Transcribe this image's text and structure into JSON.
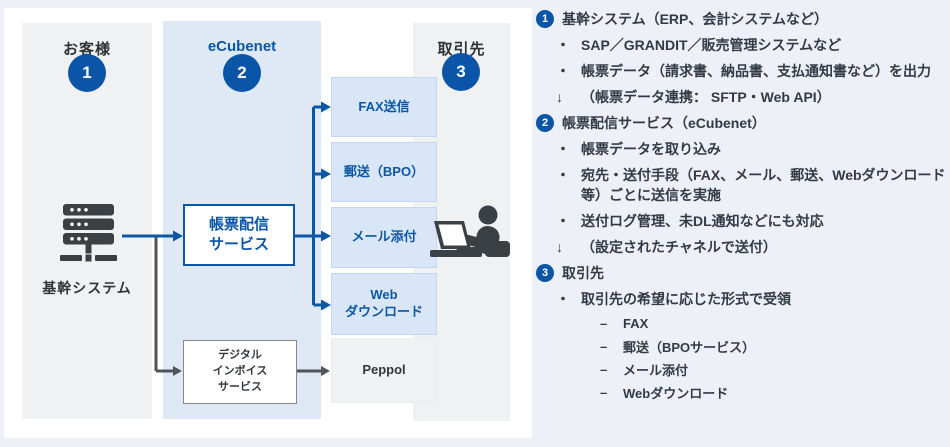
{
  "diagram": {
    "columns": {
      "customer": {
        "label": "お客様",
        "badge": "1"
      },
      "ecubenet": {
        "label": "eCubenet",
        "badge": "2"
      },
      "partner": {
        "label": "取引先",
        "badge": "3"
      }
    },
    "core_system": {
      "label": "基幹システム"
    },
    "delivery_box": {
      "lines": [
        "帳票配信",
        "サービス"
      ]
    },
    "invoice_box": {
      "lines": [
        "デジタル",
        "インボイス",
        "サービス"
      ]
    },
    "channels": [
      {
        "label": "FAX送信"
      },
      {
        "label": "郵送（BPO）"
      },
      {
        "label": "メール添付"
      },
      {
        "label_line1": "Web",
        "label_line2": "ダウンロード"
      },
      {
        "label": "Peppol"
      }
    ]
  },
  "notes": {
    "markers": {
      "bullet": "・",
      "dash": "–",
      "down_arrow": "↓"
    },
    "sections": [
      {
        "num": "1",
        "title": "基幹システム（ERP、会計システムなど）",
        "bullets": [
          "SAP／GRANDIT／販売管理システムなど",
          "帳票データ（請求書、納品書、支払通知書など）を出力"
        ],
        "arrow_note": "（帳票データ連携： SFTP・Web API）"
      },
      {
        "num": "2",
        "title": "帳票配信サービス（eCubenet）",
        "bullets": [
          "帳票データを取り込み",
          "宛先・送付手段（FAX、メール、郵送、Webダウンロード等）ごとに送信を実施",
          "送付ログ管理、未DL通知などにも対応"
        ],
        "arrow_note": "（設定されたチャネルで送付）"
      },
      {
        "num": "3",
        "title": "取引先",
        "bullets": [
          "取引先の希望に応じた形式で受領"
        ],
        "sub_items": [
          "FAX",
          "郵送（BPOサービス）",
          "メール添付",
          "Webダウンロード"
        ]
      }
    ]
  },
  "colors": {
    "primary_blue": "#0b57a6",
    "badge_blue": "#0b55a8",
    "light_blue_column": "#dfe9f6",
    "channel_blue": "#d8e6f7",
    "gray_column": "#f0f1f2",
    "icon_dark": "#3b4045",
    "arrow_gray": "#505459",
    "page_background": "#edf1f7"
  }
}
